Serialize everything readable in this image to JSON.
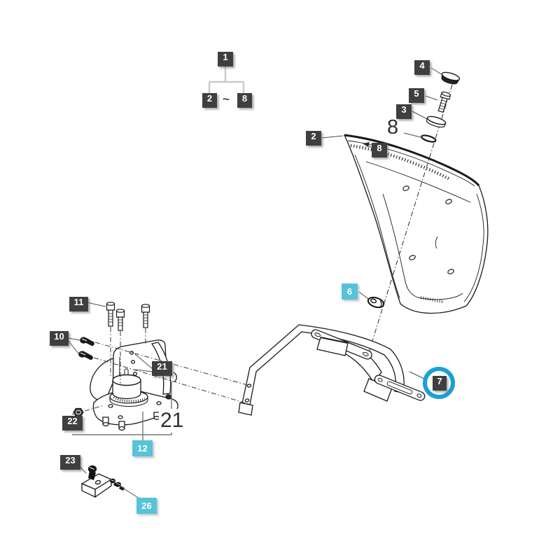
{
  "tree": {
    "root": "1",
    "range_start": "2",
    "range_sep": "~",
    "range_end": "8"
  },
  "fender": {
    "panel_label": "2",
    "trim_label": "8",
    "cap_label": "4",
    "screw_label": "5",
    "washer_label": "3",
    "washer2_label": "8",
    "clip_label": "6",
    "bracket_label": "7"
  },
  "mount": {
    "bolts_label": "11",
    "plugs_label": "10",
    "holes_label": "21",
    "nut_label": "22",
    "assembly_ref_label": "21",
    "base_label": "12",
    "stop_bracket_label": "23",
    "screws_label": "26"
  },
  "colors": {
    "label_dark_bg": "#3f3f3f",
    "label_cyan_bg": "#56c3d8",
    "highlight_ring": "#18a0d8",
    "line_art": "#1a1a1a",
    "tree_line": "#c9c9c9"
  }
}
